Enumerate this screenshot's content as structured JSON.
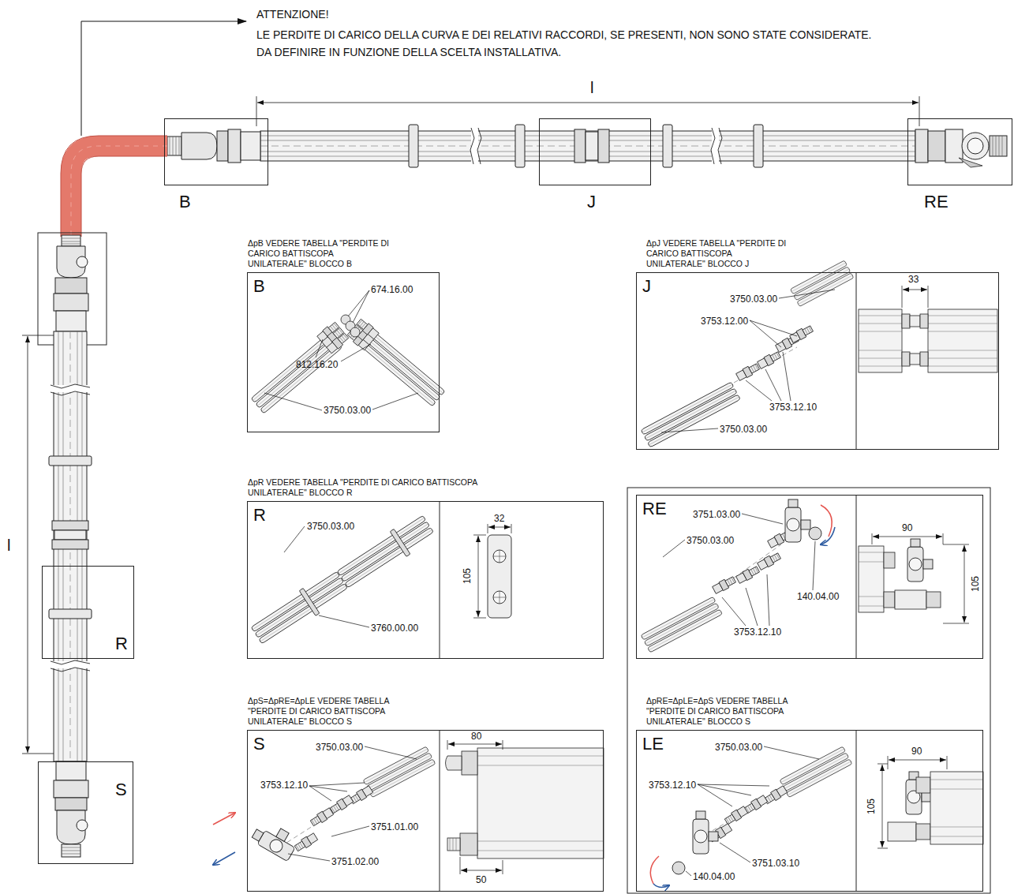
{
  "diagram": {
    "nodes": [
      {
        "text": [
          "B"
        ]
      },
      {
        "text": [
          "J"
        ]
      },
      {
        "text": [
          "RE"
        ]
      },
      {
        "text": [
          "R"
        ]
      },
      {
        "text": [
          "S"
        ]
      },
      {
        "text": [
          "ΔpB VEDERE TABELLA \"PERDITE DI CARICO BATTISCOPA UNILATERALE\" BLOCCO B",
          "B"
        ]
      },
      {
        "text": [
          "ΔpJ VEDERE TABELLA \"PERDITE DI CARICO BATTISCOPA UNILATERALE\" BLOCCO J",
          "J"
        ]
      },
      {
        "text": [
          "ΔpR VEDERE TABELLA \"PERDITE DI CARICO BATTISCOPA UNILATERALE\" BLOCCO R",
          "R"
        ]
      },
      {
        "text": [
          "RE"
        ]
      },
      {
        "text": [
          "ΔpS=ΔpRE=ΔpLE VEDERE TABELLA \"PERDITE DI CARICO BATTISCOPA UNILATERALE\" BLOCCO S",
          "S"
        ]
      },
      {
        "text": [
          "ΔpRE=ΔpLE=ΔpS VEDERE TABELLA \"PERDITE DI CARICO BATTISCOPA UNILATERALE\" BLOCCO S",
          "LE"
        ]
      }
    ],
    "labels": [
      "ATTENZIONE!",
      "LE PERDITE DI CARICO DELLA CURVA E DEI RELATIVI RACCORDI, SE PRESENTI, NON SONO STATE CONSIDERATE.",
      "DA DEFINIRE IN FUNZIONE DELLA SCELTA INSTALLATIVA.",
      "l",
      "l",
      "674.16.00",
      "812.16.20",
      "3750.03.00",
      "3750.03.00",
      "3753.12.00",
      "3753.12.10",
      "3750.03.00",
      "33",
      "3750.03.00",
      "3760.00.00",
      "32",
      "105",
      "3751.03.00",
      "3750.03.00",
      "140.04.00",
      "3753.12.10",
      "90",
      "105",
      "3750.03.00",
      "3753.12.10",
      "3751.01.00",
      "3751.02.00",
      "80",
      "50",
      "3750.03.00",
      "3753.12.10",
      "3751.03.10",
      "140.04.00",
      "90",
      "105"
    ]
  }
}
